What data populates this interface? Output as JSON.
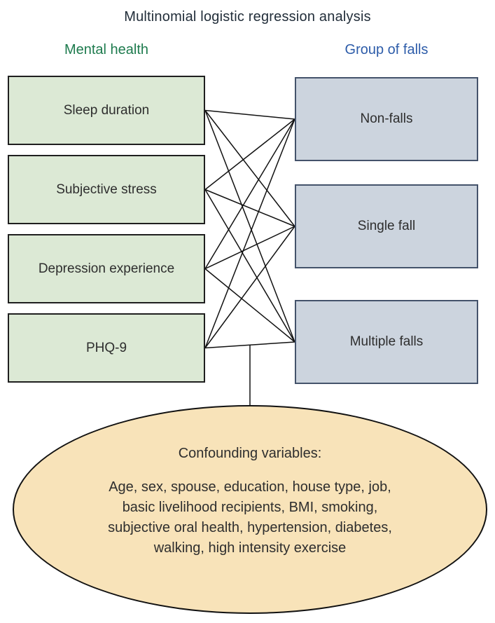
{
  "title": "Multinomial logistic regression analysis",
  "columns": {
    "left": {
      "header": "Mental health",
      "items": [
        "Sleep duration",
        "Subjective stress",
        "Depression experience",
        "PHQ-9"
      ]
    },
    "right": {
      "header": "Group of falls",
      "items": [
        "Non-falls",
        "Single fall",
        "Multiple falls"
      ]
    }
  },
  "connections": [
    [
      0,
      0
    ],
    [
      0,
      1
    ],
    [
      0,
      2
    ],
    [
      1,
      0
    ],
    [
      1,
      1
    ],
    [
      1,
      2
    ],
    [
      2,
      0
    ],
    [
      2,
      1
    ],
    [
      2,
      2
    ],
    [
      3,
      0
    ],
    [
      3,
      1
    ],
    [
      3,
      2
    ]
  ],
  "connector_to_confounders": {
    "from_connection": [
      3,
      2
    ],
    "to": "ellipse-top-center"
  },
  "confounders": {
    "heading": "Confounding variables:",
    "body": "Age, sex, spouse, education, house type, job,\nbasic livelihood recipients, BMI, smoking,\nsubjective oral health, hypertension, diabetes,\nwalking, high intensity exercise"
  },
  "colors": {
    "bg": "#ffffff",
    "title": "#222e3a",
    "left_header": "#1e7b4e",
    "right_header": "#2d5ca9",
    "left_fill": "#dce9d5",
    "left_border": "#1f1f1f",
    "right_fill": "#ccd4de",
    "right_border": "#44536b",
    "ellipse_fill": "#f8e3b9",
    "ellipse_border": "#111111",
    "line": "#111111",
    "box_text": "#2e2e2e"
  }
}
